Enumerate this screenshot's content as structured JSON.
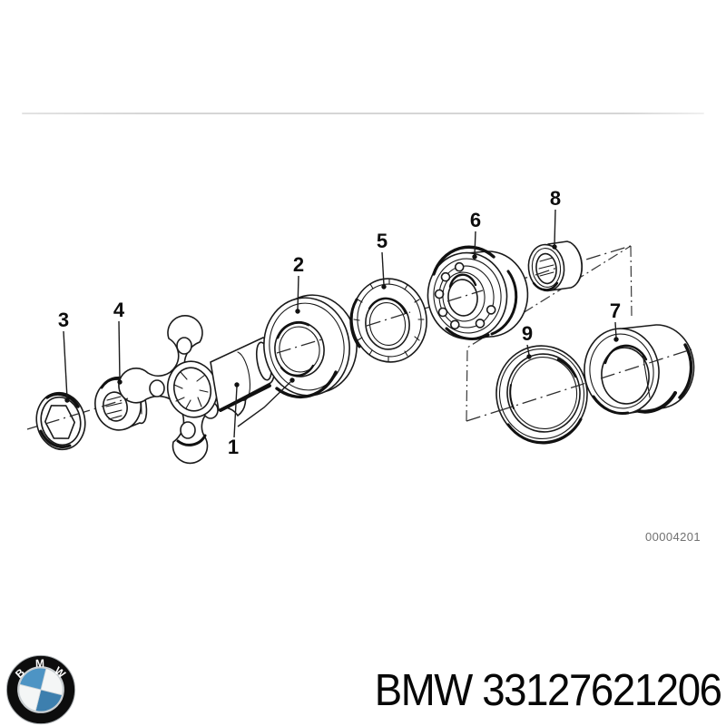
{
  "diagram": {
    "code": "00004201",
    "callouts": [
      "1",
      "2",
      "3",
      "4",
      "5",
      "6",
      "7",
      "8",
      "9"
    ]
  },
  "footer": {
    "label": "BMW 33127621206",
    "logo_letters": [
      "B",
      "M",
      "W"
    ]
  },
  "colors": {
    "line": "#1a1a1a",
    "code_text": "#707070",
    "logo_blue": "#4d94c4",
    "logo_blue_dark": "#3d7fae",
    "logo_white": "#f4f6f6",
    "logo_ring": "#0d0d0d",
    "separator": "#d5d5d5"
  }
}
